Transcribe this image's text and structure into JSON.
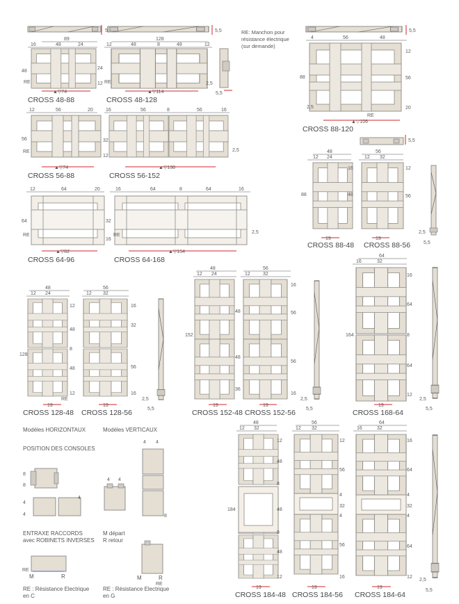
{
  "header_note": [
    "RE: Manchon pour",
    "résistance électrique",
    "(sur demande)"
  ],
  "models": {
    "c48_88": "CROSS 48-88",
    "c48_128": "CROSS 48-128",
    "c88_120": "CROSS 88-120",
    "c56_88": "CROSS 56-88",
    "c56_152": "CROSS 56-152",
    "c64_96": "CROSS 64-96",
    "c64_168": "CROSS 64-168",
    "c88_48": "CROSS 88-48",
    "c88_56": "CROSS 88-56",
    "c128_48": "CROSS 128-48",
    "c128_56": "CROSS 128-56",
    "c152_48": "CROSS 152-48",
    "c152_56": "CROSS 152-56",
    "c168_64": "CROSS 168-64",
    "c184_48": "CROSS 184-48",
    "c184_56": "CROSS 184-56",
    "c184_64": "CROSS 184-64"
  },
  "dims": {
    "d89": "89",
    "d128": "128",
    "d16": "16",
    "d12": "12",
    "d48": "48",
    "d24": "24",
    "d8": "8",
    "d56": "56",
    "d20": "20",
    "d64": "64",
    "d32": "32",
    "d4": "4",
    "d36": "36",
    "d152": "152",
    "d164": "164",
    "d184": "184",
    "d5_5": "5,5",
    "d2_5": "2,5",
    "d19": "19",
    "d88": "88",
    "d74": "▲▽74",
    "d114": "▲▽114",
    "d106": "▲▽106",
    "d138": "▲▽138",
    "d82": "▲▽82",
    "d154": "▲▽154",
    "re": "RE"
  },
  "legend": {
    "horizontal": "Modèles HORIZONTAUX",
    "vertical": "Modèles VERTICAUX",
    "consoles": "POSITION DES CONSOLES",
    "entraxe1": "ENTRAXE RACCORDS",
    "entraxe2": "avec ROBINETS INVERSES",
    "m_depart": "M départ",
    "r_retour": "R retour",
    "m": "M",
    "r": "R",
    "re_c1": "RE : Résistance Electrique",
    "re_c2": "en C",
    "re_g1": "RE : Résistance Electrique",
    "re_g2": "en G"
  }
}
